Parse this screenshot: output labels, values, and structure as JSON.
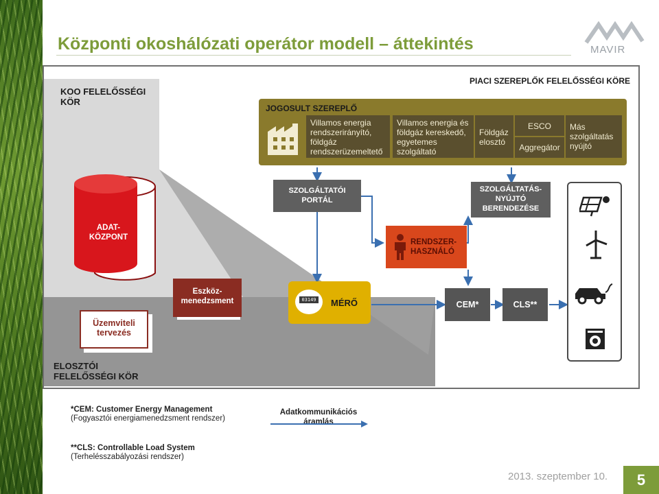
{
  "slide": {
    "title": "Központi okoshálózati operátor modell – áttekintés",
    "logo_text": "MAVIR",
    "date": "2013. szeptember 10.",
    "page_number": "5"
  },
  "zones": {
    "koo_label": "KOO FELELŐSSÉGI KÖR",
    "piaci_label": "PIACI SZEREPLŐK FELELŐSSÉGI KÖRE",
    "eloszto_label": "ELOSZTÓI FELELŐSSÉGI KÖR"
  },
  "market": {
    "jogosult_label": "JOGOSULT SZEREPLŐ",
    "cells": [
      "Villamos energia rendszerirányító, földgáz rendszerüzemeltető",
      "Villamos energia és földgáz kereskedő, egyetemes szolgáltató",
      "Földgáz elosztó",
      "ESCO",
      "Aggregátor",
      "Más szolgáltatás nyújtó"
    ]
  },
  "nodes": {
    "adatkozpont": "ADAT-KÖZPONT",
    "portal": "SZOLGÁLTATÓI PORTÁL",
    "berendezes": "SZOLGÁLTATÁS-NYÚJTÓ BERENDEZÉSE",
    "rendszerhasznalo": "RENDSZER-HASZNÁLÓ",
    "eszkoz": "Eszköz-menedzsment",
    "uzemviteli": "Üzemviteli tervezés",
    "mero": "MÉRŐ",
    "mero_display": "03149",
    "cem": "CEM*",
    "cls": "CLS**"
  },
  "devices": [
    "solar-panel-icon",
    "wind-turbine-icon",
    "electric-car-icon",
    "washing-machine-icon"
  ],
  "legend": {
    "cem_title": "*CEM: Customer Energy Management",
    "cem_desc": "(Fogyasztói energiamenedzsment rendszer)",
    "cls_title": "**CLS: Controllable Load System",
    "cls_desc": "(Terhelésszabályozási rendszer)",
    "flow_label": "Adatkommunikációs áramlás"
  },
  "colors": {
    "title_green": "#7d9c3a",
    "market_gold": "#8a7a2c",
    "brown": "#8a2c22",
    "orange": "#d9471c",
    "red": "#d8161c",
    "meter_yellow": "#e0b000",
    "arrow_blue": "#3a6fb0"
  }
}
